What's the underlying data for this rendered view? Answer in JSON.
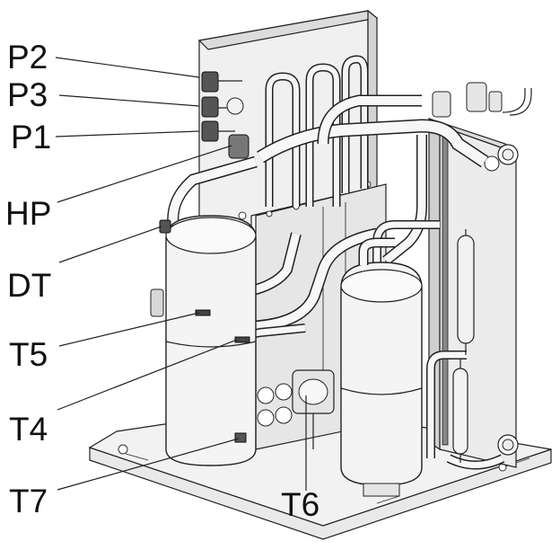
{
  "figure": {
    "labels": {
      "p2": "P2",
      "p3": "P3",
      "p1": "P1",
      "hp": "HP",
      "dt": "DT",
      "t5": "T5",
      "t4": "T4",
      "t7": "T7",
      "t6": "T6"
    }
  }
}
